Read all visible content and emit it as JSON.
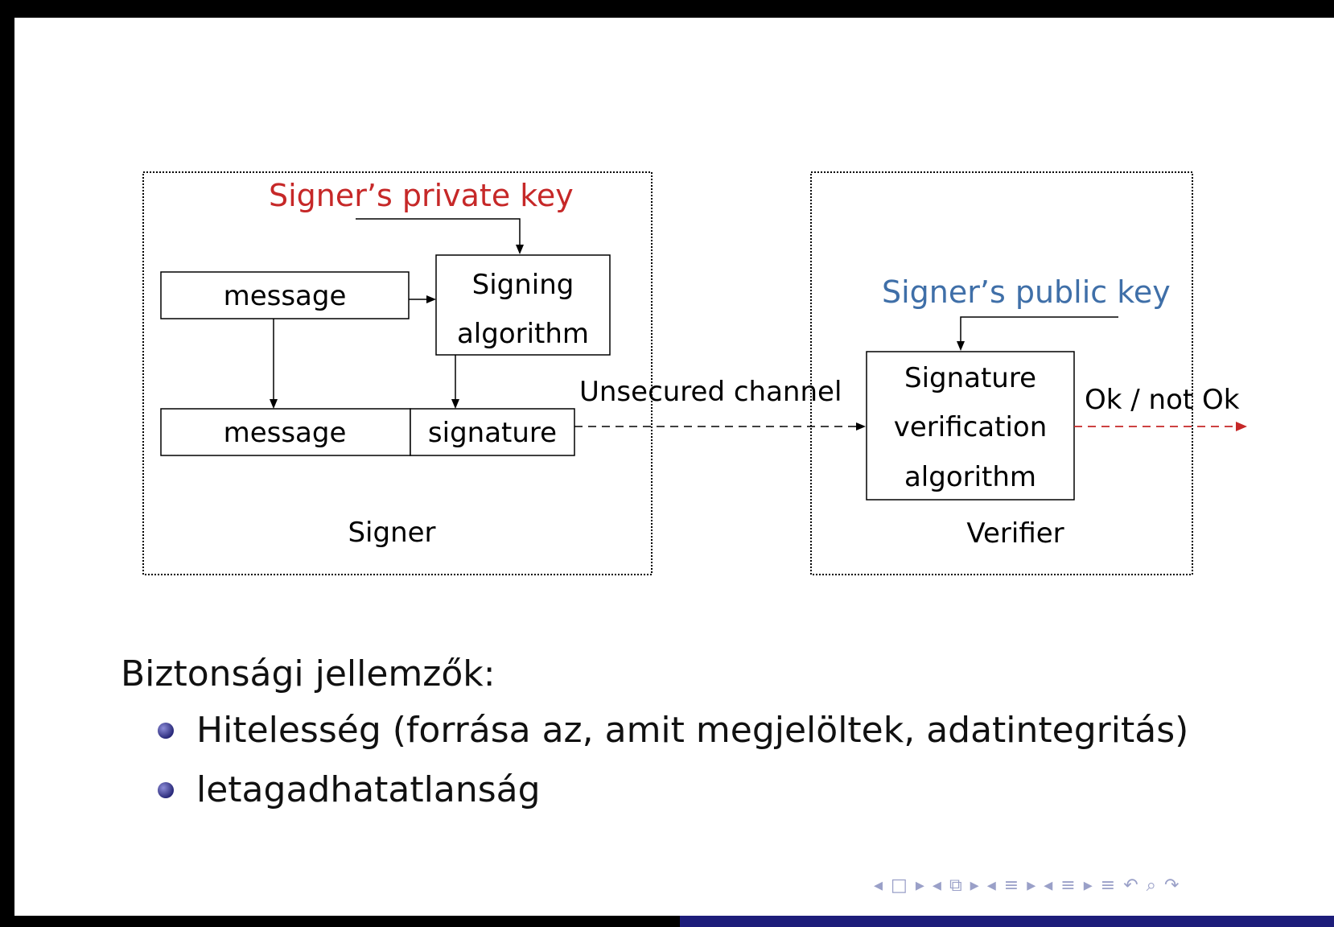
{
  "diagram": {
    "private_key_label": "Signer’s private key",
    "public_key_label": "Signer’s public key",
    "message_label_1": "message",
    "message_label_2": "message",
    "signature_label": "signature",
    "signing_line1": "Signing",
    "signing_line2": "algorithm",
    "verify_line1": "Signature",
    "verify_line2": "verification",
    "verify_line3": "algorithm",
    "channel_label": "Unsecured channel",
    "result_label": "Ok / not Ok",
    "signer_label": "Signer",
    "verifier_label": "Verifier",
    "colors": {
      "private_key": "#c62828",
      "public_key": "#3f6fa8",
      "result_arrow": "#c62828"
    }
  },
  "content": {
    "heading": "Biztonsági jellemzők:",
    "bullets": [
      "Hitelesség (forrása az, amit megjelöltek, adatintegritás)",
      "letagadhatatlanság"
    ]
  },
  "nav": {
    "icons": [
      "nav-prev-frame-icon",
      "nav-frame-icon",
      "nav-next-frame-icon",
      "nav-prev-section-icon",
      "nav-section-icon",
      "nav-next-section-icon",
      "nav-align-icon",
      "search-icon"
    ]
  }
}
